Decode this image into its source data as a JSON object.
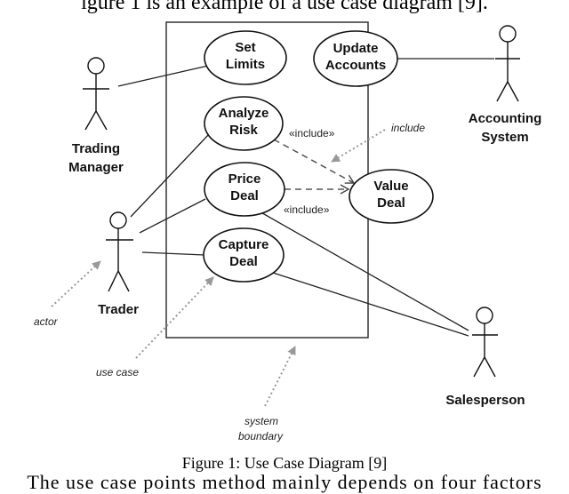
{
  "page": {
    "top_text": "igure 1 is an example of a use case diagram [9].",
    "caption": "Figure 1: Use Case Diagram [9]",
    "bottom_text": "The use case points method mainly depends on four factors"
  },
  "use_cases": {
    "set_limits": [
      "Set",
      "Limits"
    ],
    "update_accounts": [
      "Update",
      "Accounts"
    ],
    "analyze_risk": [
      "Analyze",
      "Risk"
    ],
    "price_deal": [
      "Price",
      "Deal"
    ],
    "value_deal": [
      "Value",
      "Deal"
    ],
    "capture_deal": [
      "Capture",
      "Deal"
    ]
  },
  "actors": {
    "trading_manager": [
      "Trading",
      "Manager"
    ],
    "accounting_system": [
      "Accounting",
      "System"
    ],
    "trader": "Trader",
    "salesperson": "Salesperson"
  },
  "relationships": {
    "include_top": "«include»",
    "include_bottom": "«include»"
  },
  "annotations": {
    "include": "include",
    "actor": "actor",
    "use_case": "use case",
    "system_boundary": [
      "system",
      "boundary"
    ]
  }
}
